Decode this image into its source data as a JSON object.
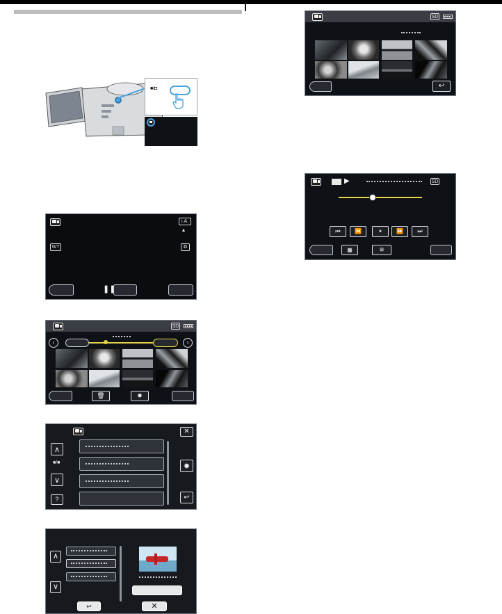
{
  "colors": {
    "screen_bg": "#0e1116",
    "bar": "#3a3d44",
    "accent_yellow": "#e6d54a",
    "callout_blue": "#4aa3e0"
  },
  "camera": {
    "mode_switch_label": "■/◘"
  },
  "shooting_screen": {
    "ia_badge": "i.A.",
    "wt_badge": "WT",
    "d_badge": "D"
  },
  "index_screen": {
    "sd_badge": "SD"
  },
  "menu_screen": {
    "page_counter": "■/■",
    "help_label": "?"
  },
  "playback_screen": {
    "sd_badge": "SD"
  },
  "top_index_screen": {
    "sd_badge": "SD"
  }
}
